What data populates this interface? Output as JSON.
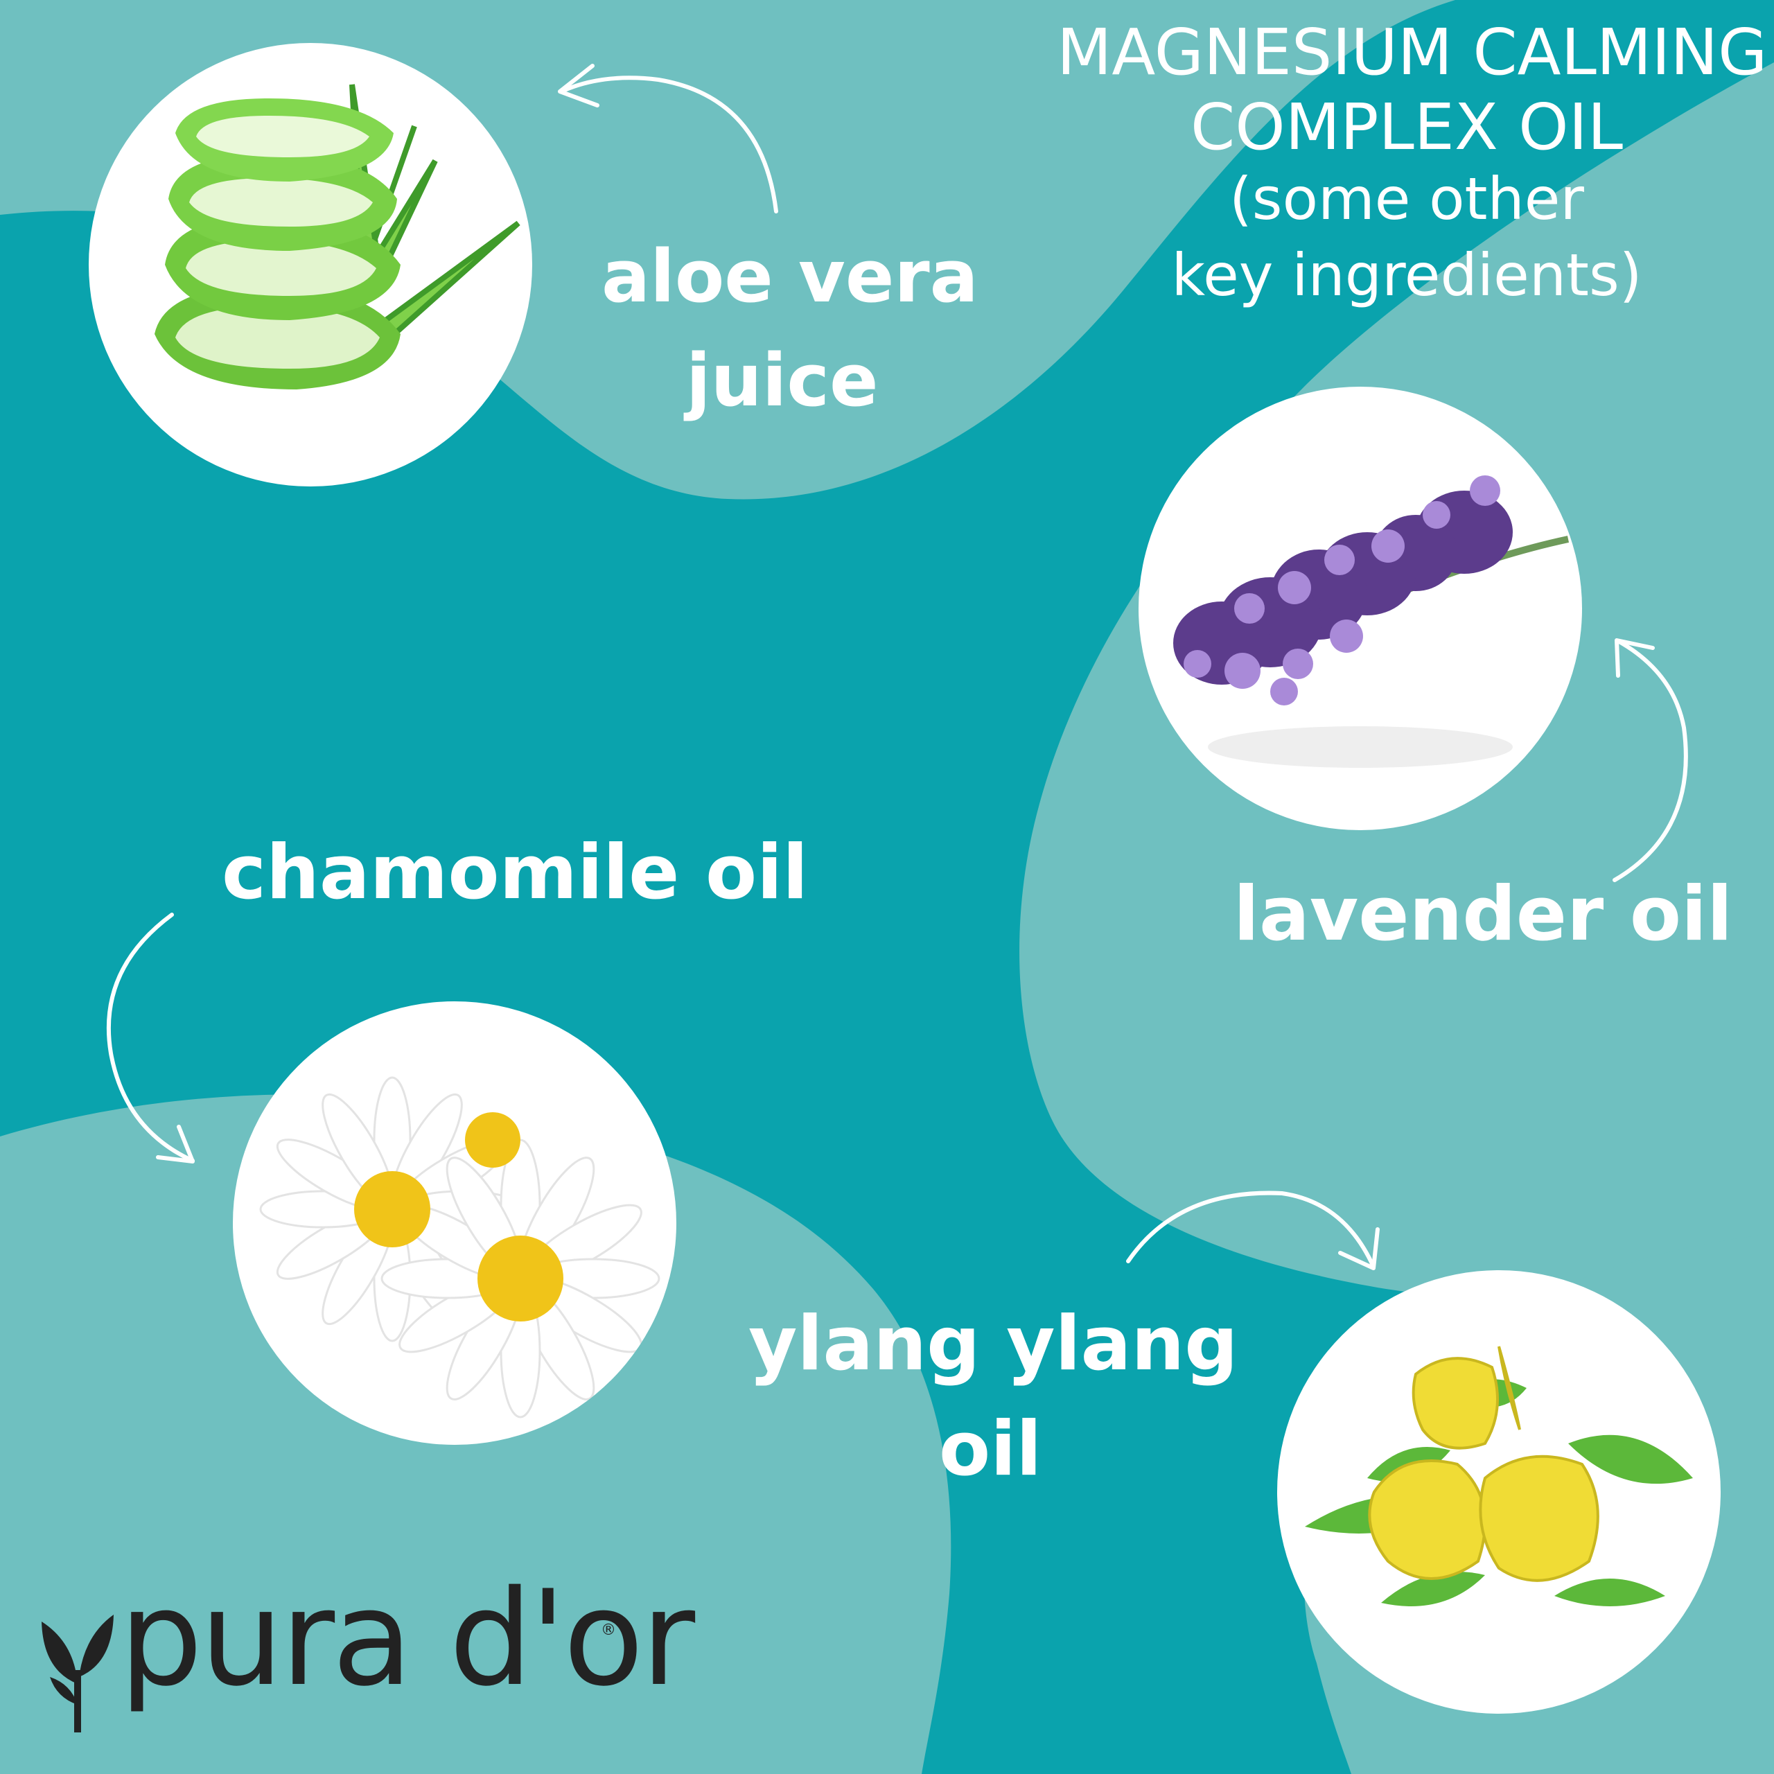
{
  "title": {
    "line1": "MAGNESIUM CALMING",
    "line2": "COMPLEX OIL",
    "line3": "(some other",
    "line4": "key ingredients)"
  },
  "ingredients": {
    "aloe": {
      "line1": "aloe vera",
      "line2": "juice"
    },
    "lavender": {
      "line1": "lavender oil"
    },
    "chamomile": {
      "line1": "chamomile oil"
    },
    "ylang": {
      "line1": "ylang ylang",
      "line2": "oil"
    }
  },
  "brand": {
    "name": "pura d'or",
    "registered": "®"
  },
  "colors": {
    "background": "#0aa3ad",
    "swirl": "#6fc0c0",
    "text": "#ffffff",
    "logo": "#222222"
  },
  "icons": [
    "aloe-vera-image",
    "lavender-image",
    "chamomile-image",
    "ylang-ylang-image",
    "curved-arrow-icon",
    "leaf-logo-icon"
  ]
}
